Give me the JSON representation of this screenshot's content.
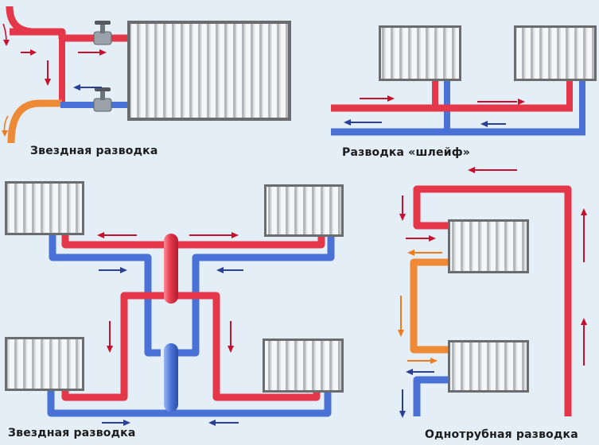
{
  "captions": {
    "star_top": "Звездная разводка",
    "loop": "Разводка «шлейф»",
    "star_bottom": "Звездная разводка",
    "single_pipe": "Однотрубная разводка"
  },
  "colors": {
    "background": "#e4eef6",
    "supply_pipe": "#e4374a",
    "return_pipe": "#4a72d6",
    "cooled_pipe": "#ee8a36",
    "radiator_fill": "#d9dcdf",
    "radiator_frame": "#5e6062",
    "arrow_red": "#c8102e",
    "arrow_blue": "#2a3f97",
    "arrow_orange": "#f07c1e"
  },
  "icons": [
    "radiator-icon",
    "valve-icon",
    "flow-arrow-icon"
  ]
}
